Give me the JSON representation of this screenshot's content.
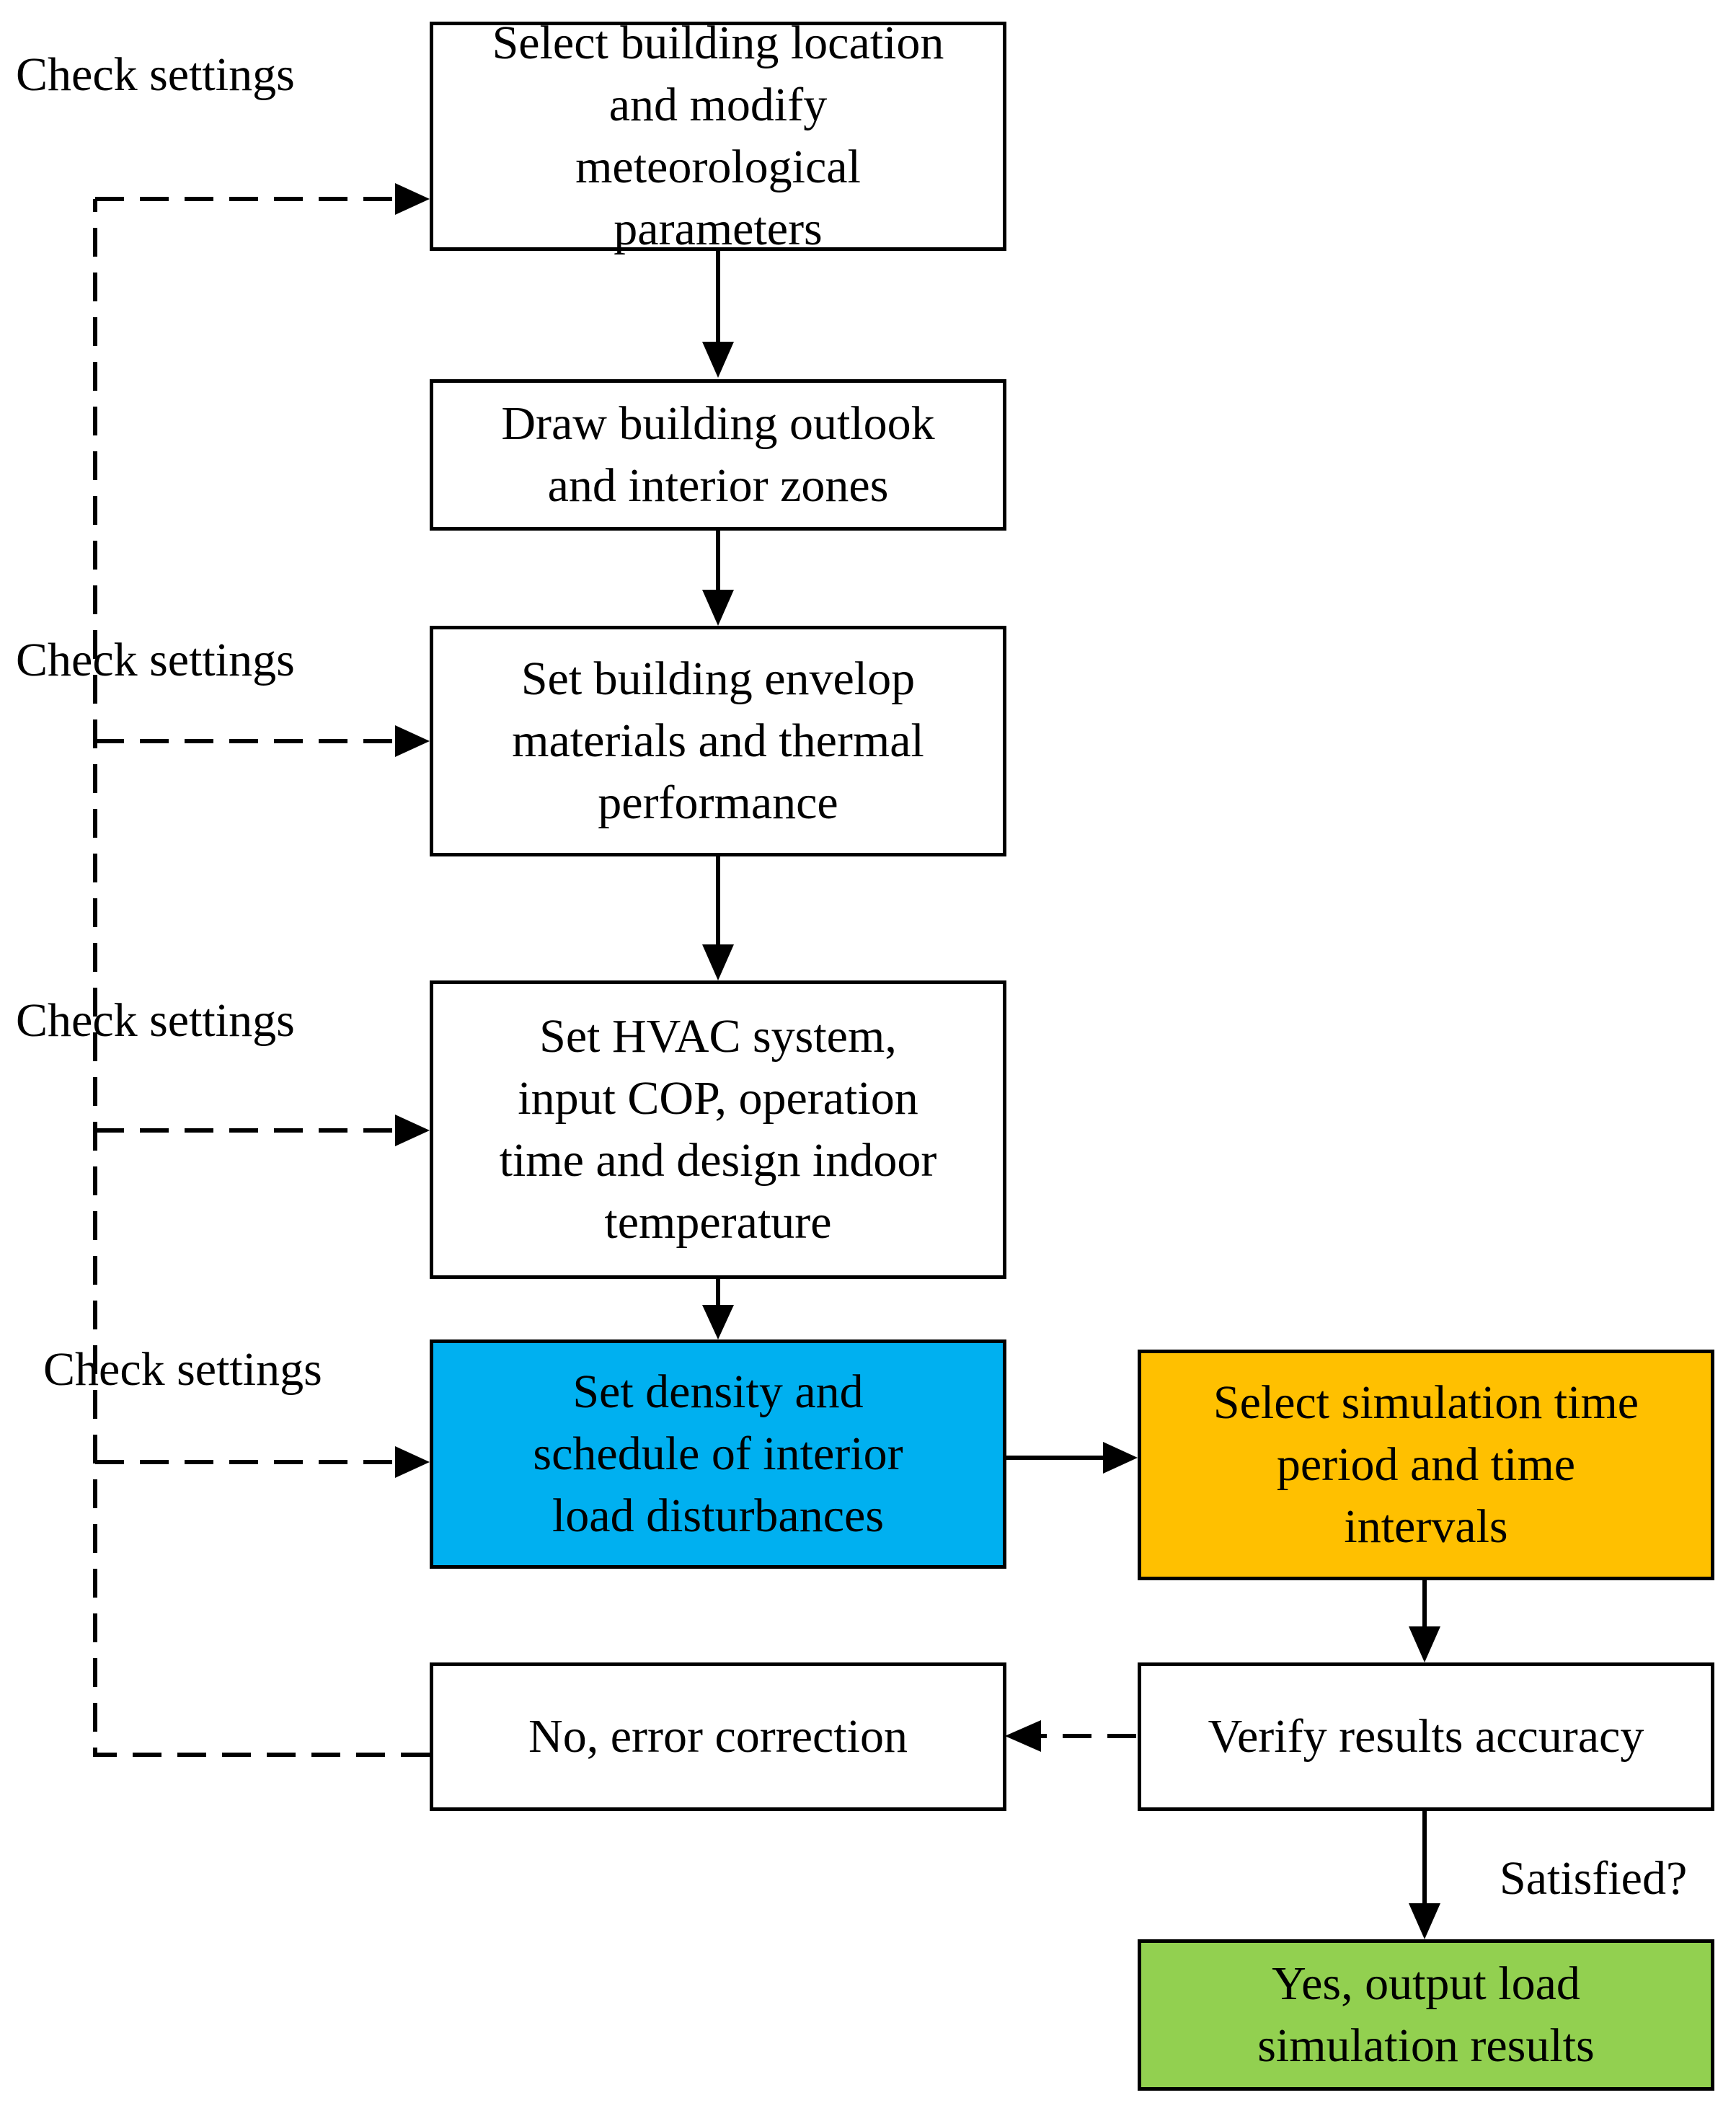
{
  "colors": {
    "stroke": "#000000",
    "highlight_blue": "#00b0f0",
    "highlight_orange": "#ffc000",
    "highlight_green": "#92d050",
    "default_fill": "#ffffff"
  },
  "nodes": {
    "location": "Select building location\nand modify\nmeteorological\nparameters",
    "outlook": "Draw building outlook\nand interior zones",
    "envelope": "Set building envelop\nmaterials and thermal\nperformance",
    "hvac": "Set HVAC system,\ninput COP, operation\ntime and design indoor\ntemperature",
    "loads": "Set density and\nschedule of interior\nload disturbances",
    "period": "Select simulation time\nperiod and time\nintervals",
    "correction": "No, error correction",
    "verify": "Verify results accuracy",
    "output": "Yes, output load\nsimulation results"
  },
  "labels": {
    "check_1": "Check settings",
    "check_2": "Check settings",
    "check_3": "Check settings",
    "check_4": "Check settings",
    "satisfied": "Satisfied?"
  }
}
